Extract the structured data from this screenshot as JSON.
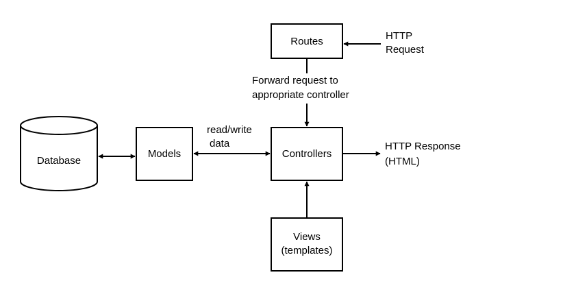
{
  "nodes": {
    "database": {
      "label": "Database"
    },
    "models": {
      "label": "Models"
    },
    "controllers": {
      "label": "Controllers"
    },
    "routes": {
      "label": "Routes"
    },
    "views": {
      "line1": "Views",
      "line2": "(templates)"
    }
  },
  "edges": {
    "http_request": {
      "line1": "HTTP",
      "line2": "Request"
    },
    "forward": {
      "line1": "Forward request to",
      "line2": "appropriate controller"
    },
    "read_write": {
      "line1": "read/write",
      "line2": "data"
    },
    "http_response": {
      "line1": "HTTP Response",
      "line2": "(HTML)"
    }
  },
  "colors": {
    "stroke": "#000000",
    "fill": "#ffffff",
    "text": "#000000"
  }
}
